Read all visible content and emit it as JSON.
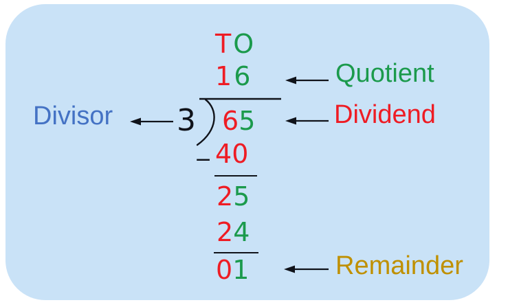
{
  "colors": {
    "page_background": "#FFFFFF",
    "panel_background": "#C9E2F7",
    "red": "#EE1C24",
    "green": "#1B9A4C",
    "blue": "#4472C4",
    "gold": "#BF9000",
    "ink": "#10131A"
  },
  "icons": {
    "quotient_arrow": "left-arrow",
    "dividend_arrow": "left-arrow",
    "divisor_arrow": "left-arrow",
    "remainder_arrow": "left-arrow"
  },
  "place_values": {
    "tens": "T",
    "ones": "O"
  },
  "computation": {
    "quotient": {
      "tens": "1",
      "ones": "6"
    },
    "divisor": "3",
    "dividend": {
      "tens": "6",
      "ones": "5"
    },
    "minus_sign": "−",
    "product1": {
      "tens": "4",
      "ones": "0"
    },
    "after_subtract": {
      "tens": "2",
      "ones": "5"
    },
    "product2": {
      "tens": "2",
      "ones": "4"
    },
    "remainder": {
      "tens": "0",
      "ones": "1"
    }
  },
  "labels": {
    "divisor": "Divisor",
    "quotient": "Quotient",
    "dividend": "Dividend",
    "remainder": "Remainder"
  }
}
